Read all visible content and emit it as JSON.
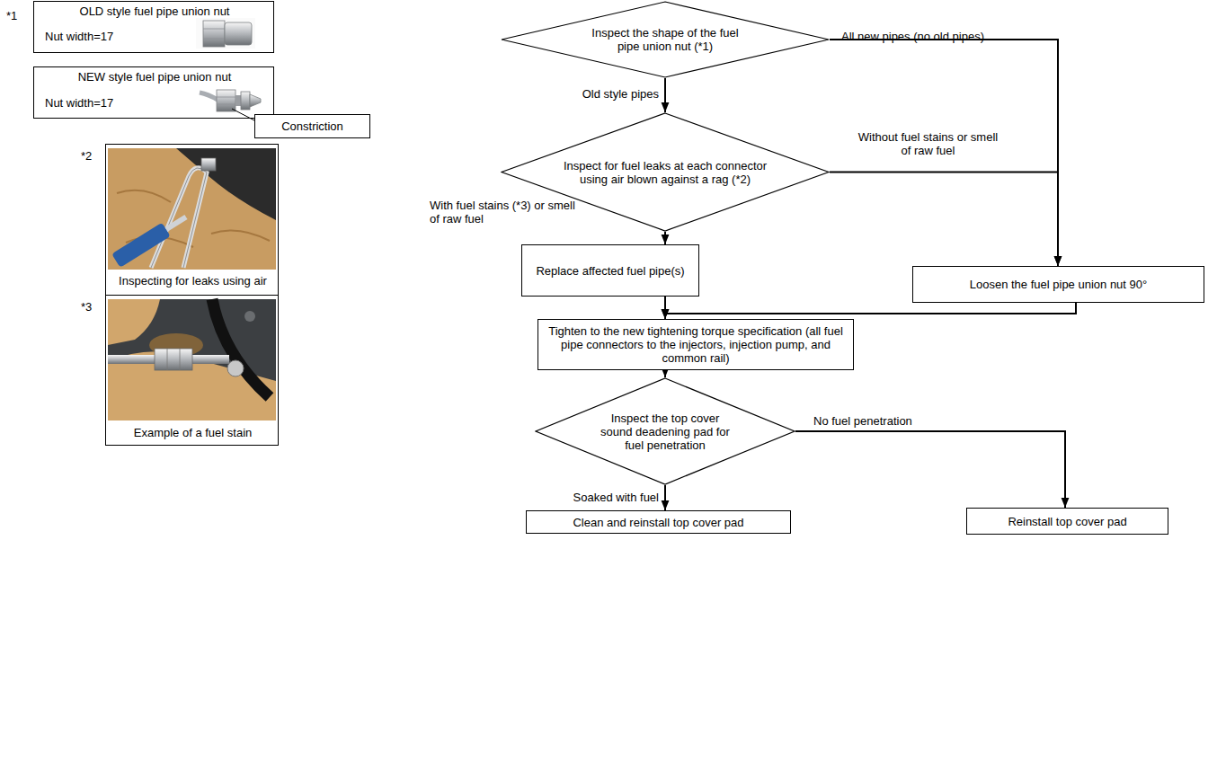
{
  "diagram": {
    "nodes": [
      {
        "text": [
          "OLD style fuel pipe union nut",
          "Nut width=17"
        ]
      },
      {
        "text": [
          "NEW style fuel pipe union nut",
          "Nut width=17"
        ]
      },
      {
        "text": [
          "Constriction"
        ]
      },
      {
        "text": [
          "Inspecting for leaks using air"
        ]
      },
      {
        "text": [
          "Example of a fuel stain"
        ]
      },
      {
        "text": [
          "Inspect the shape of the fuel pipe union nut (*1)"
        ]
      },
      {
        "text": [
          "Inspect for fuel leaks at each connector using air blown against a rag (*2)"
        ]
      },
      {
        "text": [
          "Replace affected fuel pipe(s)"
        ]
      },
      {
        "text": [
          "Loosen the fuel pipe union nut 90°"
        ]
      },
      {
        "text": [
          "Tighten to the new tightening torque specification (all fuel pipe connectors to the injectors, injection pump, and common rail)"
        ]
      },
      {
        "text": [
          "Inspect the top cover sound deadening pad for fuel penetration"
        ]
      },
      {
        "text": [
          "Clean and reinstall top cover pad"
        ]
      },
      {
        "text": [
          "Reinstall top cover pad"
        ]
      }
    ],
    "edges": [
      {
        "from": 5,
        "to": 6,
        "label": "Old style pipes",
        "arrow": "to"
      },
      {
        "from": 5,
        "to": 8,
        "label": "All new pipes (no old pipes)",
        "arrow": "to"
      },
      {
        "from": 6,
        "to": 7,
        "label": "With fuel stains (*3) or smell of raw fuel",
        "arrow": "to"
      },
      {
        "from": 6,
        "to": 8,
        "label": "Without fuel stains or smell of raw fuel",
        "arrow": "to"
      },
      {
        "from": 7,
        "to": 9,
        "arrow": "to"
      },
      {
        "from": 8,
        "to": 9,
        "arrow": "to"
      },
      {
        "from": 9,
        "to": 10,
        "arrow": "to"
      },
      {
        "from": 10,
        "to": 11,
        "label": "Soaked with fuel",
        "arrow": "to"
      },
      {
        "from": 10,
        "to": 12,
        "label": "No fuel penetration",
        "arrow": "to"
      }
    ],
    "labels": [
      "*1",
      "*2",
      "*3"
    ]
  }
}
